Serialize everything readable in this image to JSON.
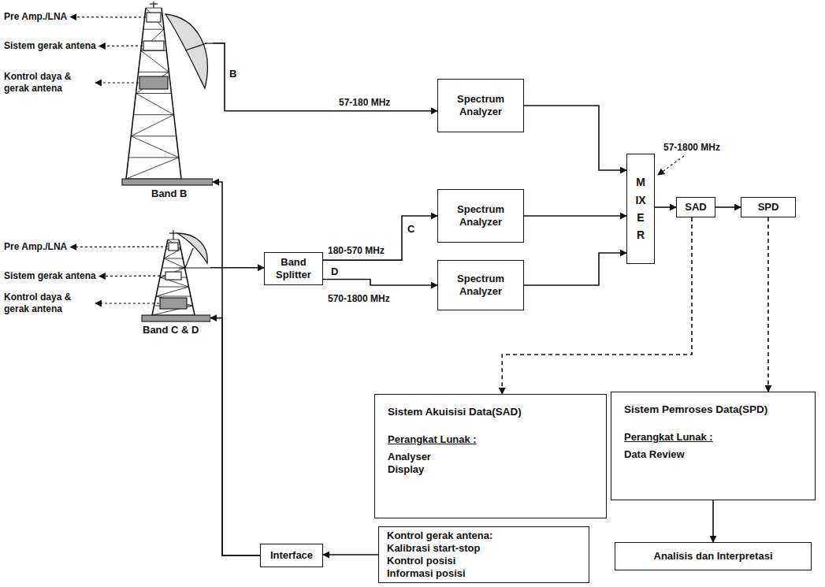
{
  "diagram": {
    "nodes": [
      {
        "text": [
          "Band B"
        ]
      },
      {
        "text": [
          "Spectrum Analyzer"
        ]
      },
      {
        "text": [
          "MIXER"
        ]
      },
      {
        "text": [
          "SAD"
        ]
      },
      {
        "text": [
          "SPD"
        ]
      },
      {
        "text": [
          "Spectrum Analyzer"
        ]
      },
      {
        "text": [
          "Band C & D"
        ]
      },
      {
        "text": [
          "Band Splitter"
        ]
      },
      {
        "text": [
          "Spectrum Analyzer"
        ]
      },
      {
        "text": [
          "Sistem Akuisisi Data(SAD)",
          "Perangkat Lunak :",
          "Analyser Display"
        ]
      },
      {
        "text": [
          "Sistem Pemroses Data(SPD)",
          "Perangkat Lunak :",
          "Data Review"
        ]
      },
      {
        "text": [
          "Kontrol gerak antena:",
          "Kalibrasi start-stop",
          "Kontrol posisi",
          "Informasi posisi"
        ]
      },
      {
        "text": [
          "Interface"
        ]
      },
      {
        "text": [
          "Analisis dan Interpretasi"
        ]
      }
    ],
    "edges": [
      {
        "from": 0,
        "to": 1,
        "arrow": "to",
        "label": "57-180 MHz"
      },
      {
        "from": 1,
        "to": 2,
        "arrow": "to"
      },
      {
        "from": 5,
        "to": 2,
        "arrow": "to"
      },
      {
        "from": 8,
        "to": 2,
        "arrow": "to"
      },
      {
        "from": 2,
        "to": 3,
        "arrow": "to"
      },
      {
        "from": 3,
        "to": 4,
        "arrow": "to"
      },
      {
        "from": 6,
        "to": 7,
        "arrow": "to"
      },
      {
        "from": 7,
        "to": 5,
        "arrow": "to",
        "label": "180-570 MHz"
      },
      {
        "from": 7,
        "to": 8,
        "arrow": "to",
        "label": "570-1800 MHz"
      },
      {
        "from": 3,
        "to": 9,
        "arrow": "to"
      },
      {
        "from": 4,
        "to": 10,
        "arrow": "to"
      },
      {
        "from": 11,
        "to": 12,
        "arrow": "to"
      },
      {
        "from": 12,
        "to": 0,
        "arrow": "to"
      },
      {
        "from": 12,
        "to": 6,
        "arrow": "to"
      },
      {
        "from": 10,
        "to": 13,
        "arrow": "to"
      }
    ],
    "labels": [
      "Pre Amp./LNA",
      "Sistem gerak antena",
      "Kontrol daya & gerak antena",
      "B",
      "57-1800 MHz",
      "Pre Amp./LNA",
      "Sistem gerak antena",
      "Kontrol daya & gerak antena",
      "C",
      "D"
    ]
  }
}
